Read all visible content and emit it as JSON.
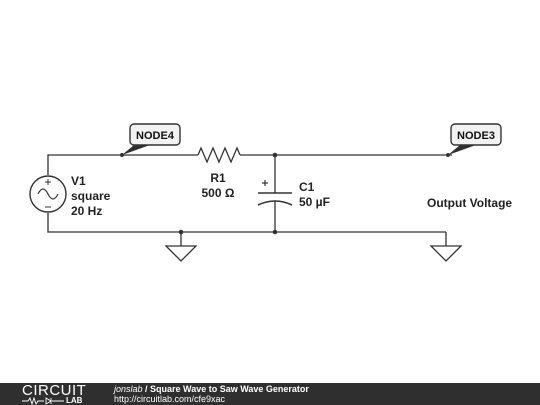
{
  "source": {
    "name": "V1",
    "type": "square",
    "frequency": "20 Hz"
  },
  "resistor": {
    "name": "R1",
    "value": "500 Ω"
  },
  "capacitor": {
    "name": "C1",
    "value": "50 µF"
  },
  "nodes": {
    "left": "NODE4",
    "right": "NODE3"
  },
  "output_label": "Output Voltage",
  "footer": {
    "brand_top": "CIRCUIT",
    "brand_bottom": "LAB",
    "user": "jonslab",
    "separator": " / ",
    "title": "Square Wave to Saw Wave Generator",
    "url": "http://circuitlab.com/cfe9xac"
  },
  "colors": {
    "wire": "#333333",
    "node_tag": "#2f2f2f",
    "footer_bg": "#2f2f2f"
  }
}
